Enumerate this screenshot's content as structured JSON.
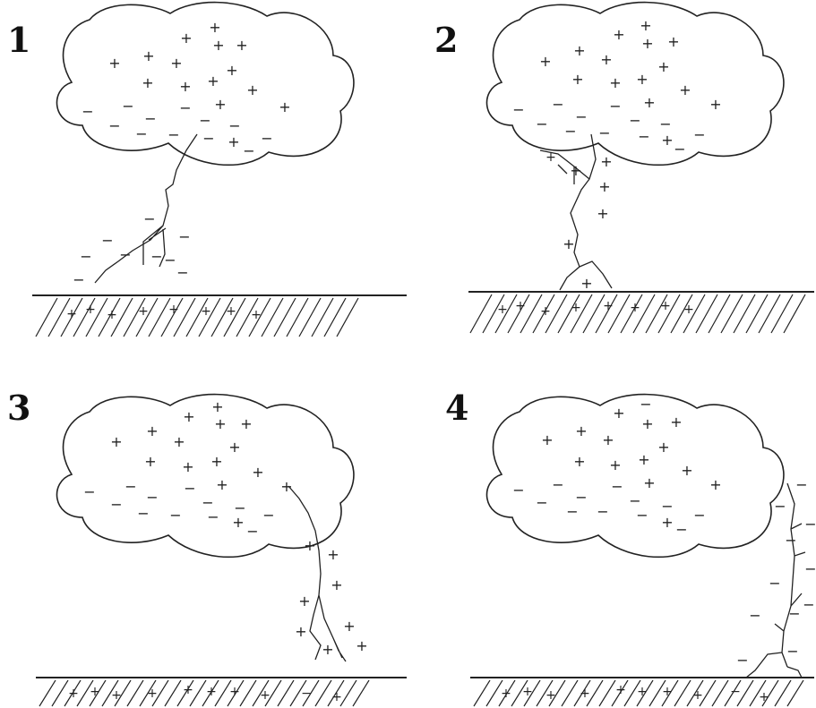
{
  "figure": {
    "panels": [
      {
        "label": "1"
      },
      {
        "label": "2"
      },
      {
        "label": "3"
      },
      {
        "label": "4"
      }
    ],
    "colors": {
      "ink": "#222222",
      "background": "#ffffff"
    }
  }
}
